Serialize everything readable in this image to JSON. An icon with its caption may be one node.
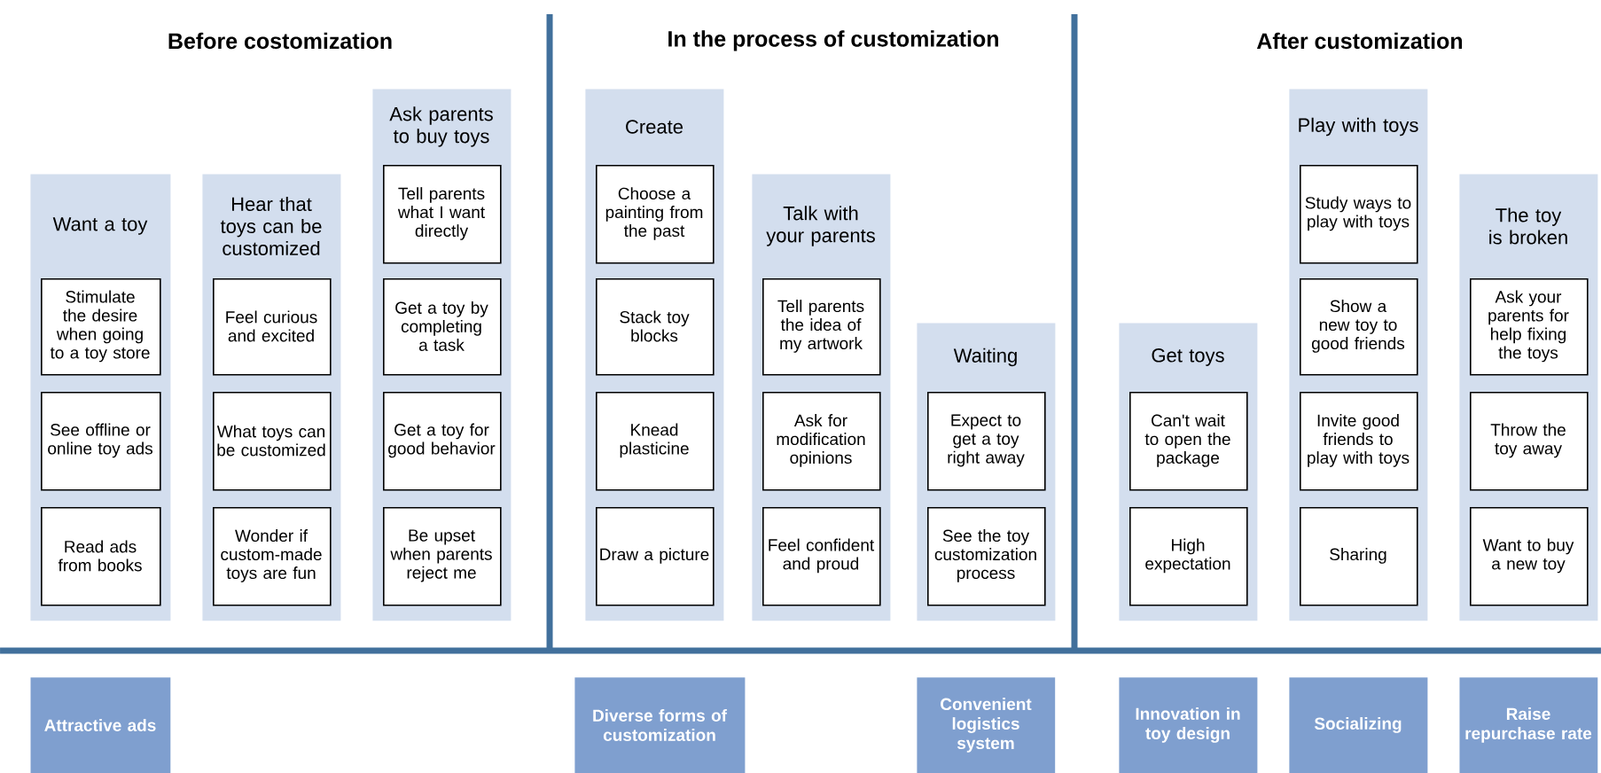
{
  "diagram": {
    "nodes": [
      {
        "text": [
          "Want a toy"
        ]
      },
      {
        "text": [
          "Stimulate the desire when going to a toy store"
        ],
        "in": 0
      },
      {
        "text": [
          "See offline or online toy ads"
        ],
        "in": 0
      },
      {
        "text": [
          "Read ads from books"
        ],
        "in": 0
      },
      {
        "text": [
          "Hear that toys can be customized"
        ]
      },
      {
        "text": [
          "Feel curious and excited"
        ],
        "in": 4
      },
      {
        "text": [
          "What toys can be customized"
        ],
        "in": 4
      },
      {
        "text": [
          "Wonder if custom-made toys are fun"
        ],
        "in": 4
      },
      {
        "text": [
          "Ask parents to buy toys"
        ]
      },
      {
        "text": [
          "Tell parents what I want directly"
        ],
        "in": 8
      },
      {
        "text": [
          "Get a toy by completing a task"
        ],
        "in": 8
      },
      {
        "text": [
          "Get a toy for good behavior"
        ],
        "in": 8
      },
      {
        "text": [
          "Be upset when parents reject me"
        ],
        "in": 8
      },
      {
        "text": [
          "Create"
        ]
      },
      {
        "text": [
          "Choose a painting from the past"
        ],
        "in": 13
      },
      {
        "text": [
          "Stack toy blocks"
        ],
        "in": 13
      },
      {
        "text": [
          "Knead plasticine"
        ],
        "in": 13
      },
      {
        "text": [
          "Draw a picture"
        ],
        "in": 13
      },
      {
        "text": [
          "Talk with your parents"
        ]
      },
      {
        "text": [
          "Tell parents the idea of my artwork"
        ],
        "in": 18
      },
      {
        "text": [
          "Ask for modification opinions"
        ],
        "in": 18
      },
      {
        "text": [
          "Feel confident and proud"
        ],
        "in": 18
      },
      {
        "text": [
          "Waiting"
        ]
      },
      {
        "text": [
          "Expect to get a toy right away"
        ],
        "in": 22
      },
      {
        "text": [
          "See the toy customization process"
        ],
        "in": 22
      },
      {
        "text": [
          "Get toys"
        ]
      },
      {
        "text": [
          "Can't wait to open the package"
        ],
        "in": 25
      },
      {
        "text": [
          "High expectation"
        ],
        "in": 25
      },
      {
        "text": [
          "Play with toys"
        ]
      },
      {
        "text": [
          "Study ways to play with toys"
        ],
        "in": 28
      },
      {
        "text": [
          "Show a new toy to good friends"
        ],
        "in": 28
      },
      {
        "text": [
          "Invite good friends to play with toys"
        ],
        "in": 28
      },
      {
        "text": [
          "Sharing"
        ],
        "in": 28
      },
      {
        "text": [
          "The toy is broken"
        ]
      },
      {
        "text": [
          "Ask your parents for help fixing the toys"
        ],
        "in": 33
      },
      {
        "text": [
          "Throw the toy away"
        ],
        "in": 33
      },
      {
        "text": [
          "Want to buy a new toy"
        ],
        "in": 33
      },
      {
        "text": [
          "Attractive ads"
        ]
      },
      {
        "text": [
          "Diverse forms of customization"
        ]
      },
      {
        "text": [
          "Convenient logistics system"
        ]
      },
      {
        "text": [
          "Innovation in toy design"
        ]
      },
      {
        "text": [
          "Socializing"
        ]
      },
      {
        "text": [
          "Raise repurchase rate"
        ]
      }
    ],
    "labels": [
      "Before costomization",
      "In the process of customization",
      "After customization"
    ]
  }
}
